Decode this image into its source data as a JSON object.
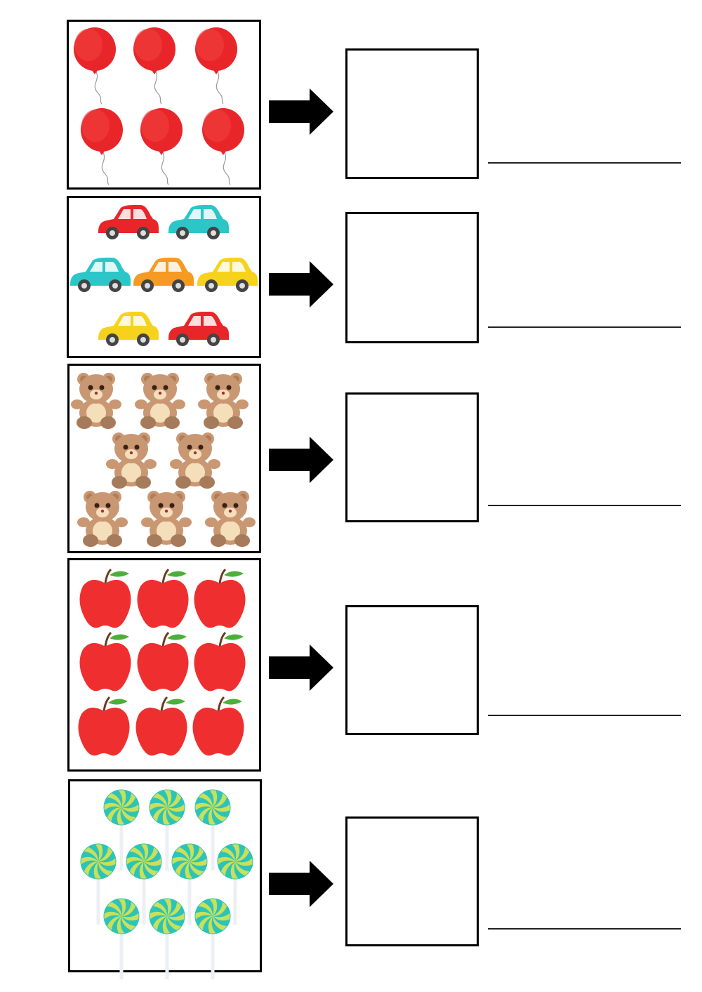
{
  "worksheet": {
    "rows": [
      {
        "item": "balloon",
        "count": 6,
        "colors": [
          "#e8262a"
        ]
      },
      {
        "item": "car",
        "count": 7,
        "colors": [
          "#e8262a",
          "#2cc6c8",
          "#2cc6c8",
          "#f59a22",
          "#f7d21c",
          "#f7d21c",
          "#e8262a"
        ]
      },
      {
        "item": "teddy-bear",
        "count": 8,
        "colors": [
          "#c99873"
        ]
      },
      {
        "item": "apple",
        "count": 9,
        "colors": [
          "#ef2f2f"
        ]
      },
      {
        "item": "lollipop",
        "count": 10,
        "colors": [
          "#2cc3b8",
          "#c8e05a"
        ]
      }
    ],
    "answer_boxes": [
      "",
      "",
      "",
      "",
      ""
    ],
    "answer_lines": [
      "",
      "",
      "",
      "",
      ""
    ]
  }
}
